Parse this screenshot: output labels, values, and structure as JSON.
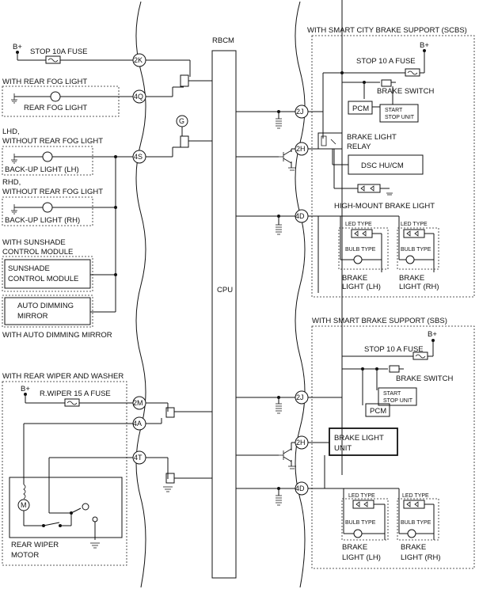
{
  "labels": {
    "rbcm": "RBCM",
    "cpu": "CPU",
    "b_plus": "B+",
    "stop_10a_fuse_left": "STOP 10A  FUSE",
    "with_rear_fog_light": "WITH REAR FOG LIGHT",
    "rear_fog_light": "REAR FOG LIGHT",
    "g": "G",
    "lhd": "LHD,",
    "without_rear_fog_lhd": "WITHOUT REAR FOG LIGHT",
    "backup_lh": "BACK-UP LIGHT (LH)",
    "rhd": "RHD,",
    "without_rear_fog_rhd": "WITHOUT REAR FOG LIGHT",
    "backup_rh": "BACK-UP LIGHT (RH)",
    "with_sunshade_1": "WITH SUNSHADE",
    "with_sunshade_2": "CONTROL MODULE",
    "sunshade_1": "SUNSHADE",
    "sunshade_2": "CONTROL MODULE",
    "auto_dim_1": "AUTO DIMMING",
    "auto_dim_2": "MIRROR",
    "with_auto_dim": "WITH AUTO DIMMING MIRROR",
    "with_rear_wiper": "WITH REAR WIPER AND WASHER",
    "rwiper_fuse": "R.WIPER 15 A FUSE",
    "m": "M",
    "rear_wiper_1": "REAR WIPER",
    "rear_wiper_2": "MOTOR",
    "scbs_title": "WITH SMART CITY BRAKE SUPPORT (SCBS)",
    "sbs_title": "WITH SMART BRAKE SUPPORT (SBS)",
    "stop_10a_fuse": "STOP 10 A FUSE",
    "brake_switch": "BRAKE SWITCH",
    "pcm": "PCM",
    "start_stop_1": "START",
    "start_stop_2": "STOP UNIT",
    "brake_light_relay_1": "BRAKE LIGHT",
    "brake_light_relay_2": "RELAY",
    "dsc": "DSC HU/CM",
    "high_mount": "HIGH-MOUNT BRAKE LIGHT",
    "led_type": "LED TYPE",
    "bulb_type": "BULB TYPE",
    "brake_light": "BRAKE",
    "light_lh": "LIGHT (LH)",
    "light_rh": "LIGHT (RH)",
    "brake_light_unit_1": "BRAKE LIGHT",
    "brake_light_unit_2": "UNIT"
  },
  "terminals": {
    "t2k": "2K",
    "t4q": "4Q",
    "t4s": "4S",
    "t2m": "2M",
    "t4a": "4A",
    "t4t": "4T",
    "t2j": "2J",
    "t2h": "2H",
    "t4d": "4D"
  }
}
